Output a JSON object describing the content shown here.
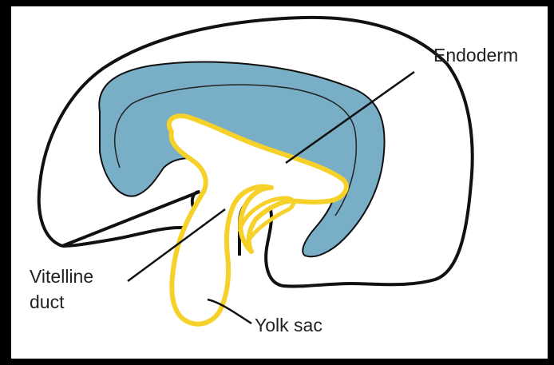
{
  "diagram": {
    "labels": {
      "endoderm": "Endoderm",
      "vitelline_line1": "Vitelline",
      "vitelline_line2": "duct",
      "yolk_sac": "Yolk sac"
    },
    "colors": {
      "background": "#ffffff",
      "frame": "#000000",
      "outline": "#111111",
      "tissue_fill": "#78afc6",
      "endoderm_line": "#f5d12a",
      "endoderm_fill": "#ffffff"
    }
  }
}
